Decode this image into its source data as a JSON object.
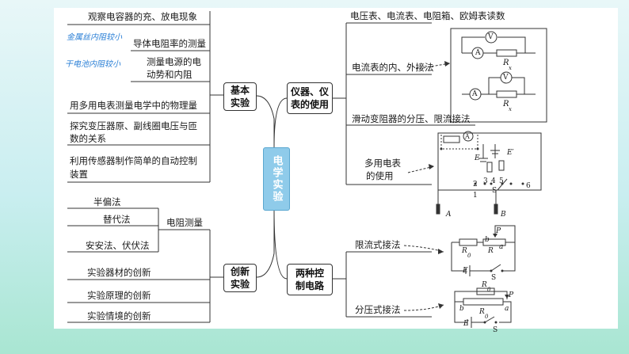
{
  "center": "电学实验",
  "hubs": {
    "basic": "基本\n实验",
    "instrument": "仪器、仪\n表的使用",
    "innovation": "创新\n实验",
    "control": "两种控\n制电路"
  },
  "basic_items": [
    "观察电容器的充、放电现象",
    "导体电阻率的测量",
    "测量电源的电",
    "动势和内阻",
    "用多用电表测量电学中的物理量",
    "探究变压器原、副线圈电压与匝",
    "数的关系",
    "利用传感器制作简单的自动控制",
    "装置"
  ],
  "handwritten": [
    "金属丝内阻较小",
    "干电池内阻较小"
  ],
  "innovation_items": [
    "半偏法",
    "替代法",
    "安安法、伏伏法",
    "电阻测量",
    "实验器材的创新",
    "实验原理的创新",
    "实验情境的创新"
  ],
  "instrument_items": [
    "电压表、电流表、电阻箱、欧姆表读数",
    "电流表的内、外接法",
    "滑动变阻器的分压、限流接法",
    "多用电表",
    "的使用"
  ],
  "control_items": [
    "限流式接法",
    "分压式接法"
  ],
  "circuit_labels": {
    "v": "V",
    "a": "A",
    "rx": "R",
    "sub_x": "x",
    "sub_0": "0",
    "p": "P",
    "b": "b",
    "a_pt": "a",
    "e": "E",
    "s": "S",
    "e_prime": "E′",
    "nums": [
      "1",
      "2",
      "3",
      "4",
      "5",
      "6"
    ],
    "probe_a": "A",
    "probe_b": "B"
  }
}
